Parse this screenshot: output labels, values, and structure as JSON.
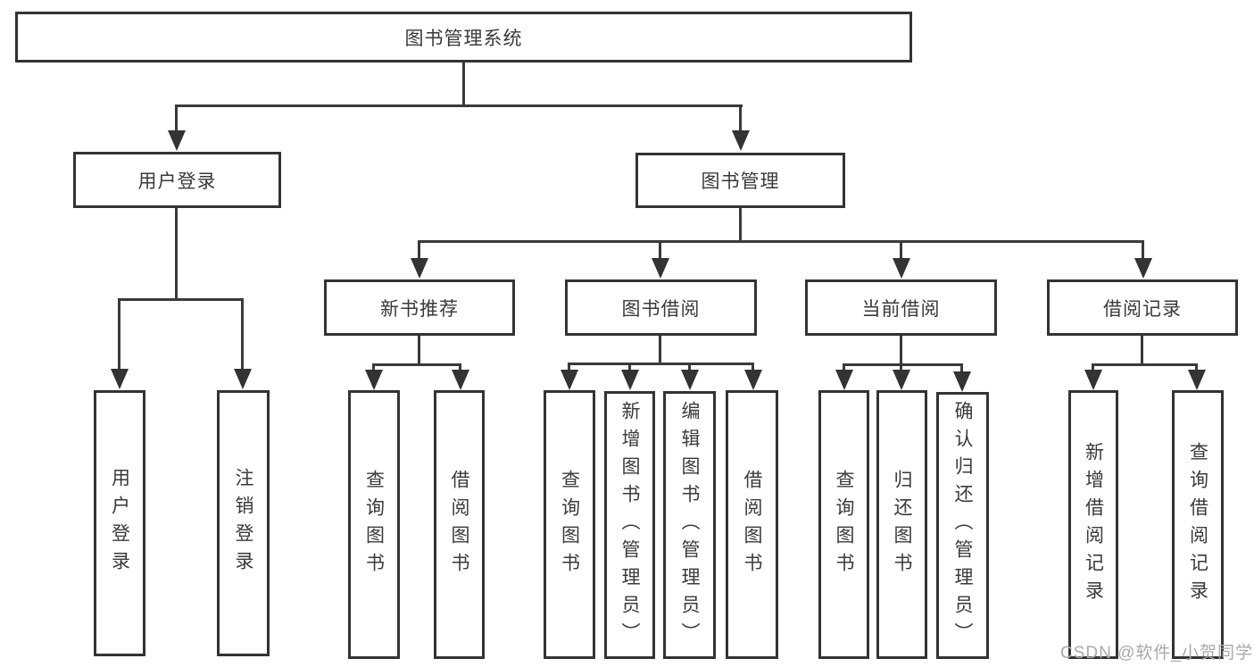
{
  "diagram": {
    "type": "hierarchy-functional-structure",
    "colors": {
      "line": "#3a3a3a",
      "border": "#333333",
      "text": "#3a3a3a",
      "background": "#ffffff",
      "watermark": "#a6aaad"
    },
    "watermark": "CSDN @软件_小贺同学",
    "nodes": {
      "root": {
        "label": "图书管理系统"
      },
      "level2": [
        {
          "label": "用户登录"
        },
        {
          "label": "图书管理"
        }
      ],
      "level3": [
        {
          "label": "新书推荐"
        },
        {
          "label": "图书借阅"
        },
        {
          "label": "当前借阅"
        },
        {
          "label": "借阅记录"
        }
      ],
      "leaves": [
        {
          "label": "用户登录"
        },
        {
          "label": "注销登录"
        },
        {
          "label": "查询图书"
        },
        {
          "label": "借阅图书"
        },
        {
          "label": "查询图书"
        },
        {
          "label": "新增图书（管理员）"
        },
        {
          "label": "编辑图书（管理员）"
        },
        {
          "label": "借阅图书"
        },
        {
          "label": "查询图书"
        },
        {
          "label": "归还图书"
        },
        {
          "label": "确认归还（管理员）"
        },
        {
          "label": "新增借阅记录"
        },
        {
          "label": "查询借阅记录"
        }
      ]
    },
    "edges": [
      "图书管理系统 -> 用户登录",
      "图书管理系统 -> 图书管理",
      "用户登录 -> 用户登录(叶)",
      "用户登录 -> 注销登录",
      "图书管理 -> 新书推荐",
      "图书管理 -> 图书借阅",
      "图书管理 -> 当前借阅",
      "图书管理 -> 借阅记录",
      "新书推荐 -> 查询图书",
      "新书推荐 -> 借阅图书",
      "图书借阅 -> 查询图书",
      "图书借阅 -> 新增图书（管理员）",
      "图书借阅 -> 编辑图书（管理员）",
      "图书借阅 -> 借阅图书",
      "当前借阅 -> 查询图书",
      "当前借阅 -> 归还图书",
      "当前借阅 -> 确认归还（管理员）",
      "借阅记录 -> 新增借阅记录",
      "借阅记录 -> 查询借阅记录"
    ]
  }
}
